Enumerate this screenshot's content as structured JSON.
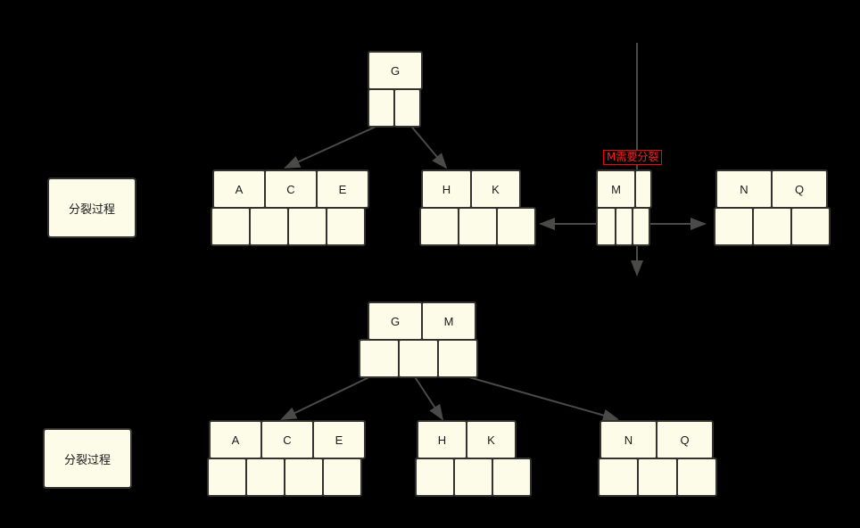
{
  "diagram": {
    "title": "B-tree node split process",
    "background_color": "#000000",
    "node_fill": "#fcfce9",
    "node_border": "#33322f",
    "edge_color": "#555555",
    "annotation_color": "#ff2020"
  },
  "stage_labels": [
    {
      "text": "分裂过程"
    },
    {
      "text": "分裂过程"
    }
  ],
  "annotation": {
    "text": "M需要分裂"
  },
  "before": {
    "root": {
      "keys": [
        "G"
      ],
      "pointers": [
        "",
        ""
      ]
    },
    "children": [
      {
        "keys": [
          "A",
          "C",
          "E"
        ],
        "pointers": [
          "",
          "",
          "",
          ""
        ]
      },
      {
        "keys": [
          "H",
          "K"
        ],
        "pointers": [
          "",
          "",
          ""
        ]
      },
      {
        "keys": [
          "M",
          ""
        ],
        "pointers": [
          "",
          "",
          ""
        ]
      },
      {
        "keys": [
          "N",
          "Q"
        ],
        "pointers": [
          "",
          "",
          ""
        ]
      }
    ]
  },
  "after": {
    "root": {
      "keys": [
        "G",
        "M"
      ],
      "pointers": [
        "",
        "",
        ""
      ]
    },
    "children": [
      {
        "keys": [
          "A",
          "C",
          "E"
        ],
        "pointers": [
          "",
          "",
          "",
          ""
        ]
      },
      {
        "keys": [
          "H",
          "K"
        ],
        "pointers": [
          "",
          "",
          ""
        ]
      },
      {
        "keys": [
          "N",
          "Q"
        ],
        "pointers": [
          "",
          "",
          ""
        ]
      }
    ]
  }
}
